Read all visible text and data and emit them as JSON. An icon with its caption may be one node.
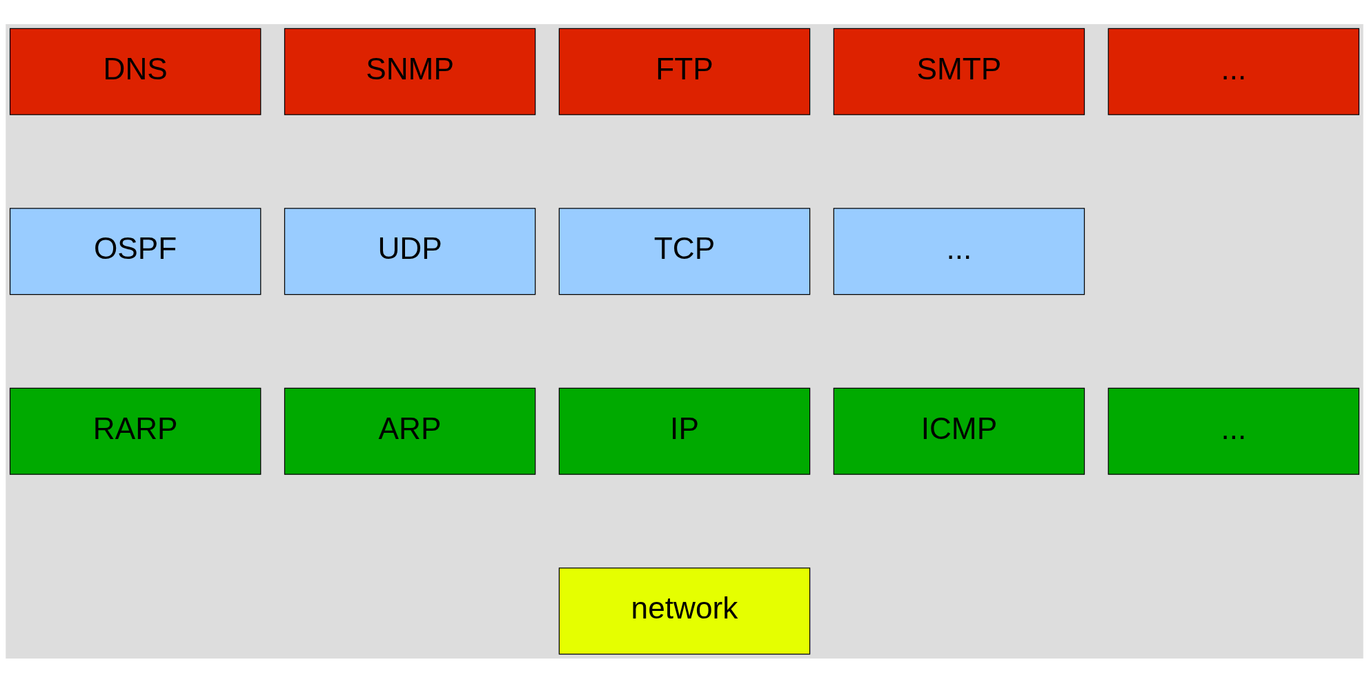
{
  "diagram": {
    "nodes": [
      {
        "text": [
          "DNS"
        ]
      },
      {
        "text": [
          "SNMP"
        ]
      },
      {
        "text": [
          "FTP"
        ]
      },
      {
        "text": [
          "SMTP"
        ]
      },
      {
        "text": [
          "..."
        ]
      },
      {
        "text": [
          "OSPF"
        ]
      },
      {
        "text": [
          "UDP"
        ]
      },
      {
        "text": [
          "TCP"
        ]
      },
      {
        "text": [
          "..."
        ]
      },
      {
        "text": [
          "RARP"
        ]
      },
      {
        "text": [
          "ARP"
        ]
      },
      {
        "text": [
          "IP"
        ]
      },
      {
        "text": [
          "ICMP"
        ]
      },
      {
        "text": [
          "..."
        ]
      },
      {
        "text": [
          "network"
        ]
      }
    ]
  }
}
